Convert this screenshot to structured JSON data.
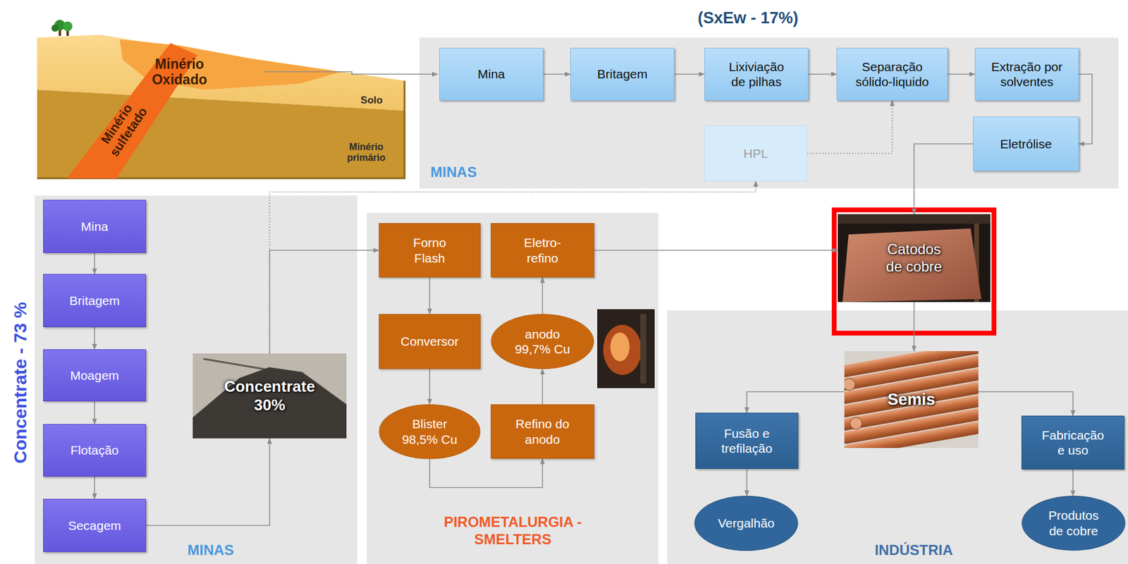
{
  "diagram": {
    "nodes": [
      {
        "text": [
          "(SxEw - 17%)",
          "MINAS"
        ]
      },
      {
        "text": [
          "Mina"
        ],
        "in": 0
      },
      {
        "text": [
          "Britagem"
        ],
        "in": 0
      },
      {
        "text": [
          "Lixiviação de pilhas"
        ],
        "in": 0
      },
      {
        "text": [
          "Separação sólido-liquido"
        ],
        "in": 0
      },
      {
        "text": [
          "Extração por solventes"
        ],
        "in": 0
      },
      {
        "text": [
          "HPL"
        ],
        "in": 0
      },
      {
        "text": [
          "Eletrólise"
        ],
        "in": 0
      },
      {
        "text": [
          "Concentrate - 73 %",
          "MINAS"
        ]
      },
      {
        "text": [
          "Mina"
        ],
        "in": 8
      },
      {
        "text": [
          "Britagem"
        ],
        "in": 8
      },
      {
        "text": [
          "Moagem"
        ],
        "in": 8
      },
      {
        "text": [
          "Flotação"
        ],
        "in": 8
      },
      {
        "text": [
          "Secagem"
        ],
        "in": 8
      },
      {
        "text": [
          "Concentrate 30%"
        ],
        "in": 8
      },
      {
        "text": [
          "PIROMETALURGIA - SMELTERS"
        ]
      },
      {
        "text": [
          "Forno Flash"
        ],
        "in": 15
      },
      {
        "text": [
          "Eletro- refino"
        ],
        "in": 15
      },
      {
        "text": [
          "Conversor"
        ],
        "in": 15
      },
      {
        "text": [
          "anodo 99,7% Cu"
        ],
        "in": 15
      },
      {
        "text": [
          "Blister 98,5% Cu"
        ],
        "in": 15
      },
      {
        "text": [
          "Refino do anodo"
        ],
        "in": 15
      },
      {
        "text": [
          "Catodos de cobre"
        ]
      },
      {
        "text": [
          "INDÚSTRIA"
        ]
      },
      {
        "text": [
          "Semis"
        ],
        "in": 23
      },
      {
        "text": [
          "Fusão e trefilação"
        ],
        "in": 23
      },
      {
        "text": [
          "Fabricação e uso"
        ],
        "in": 23
      },
      {
        "text": [
          "Vergalhão"
        ],
        "in": 23
      },
      {
        "text": [
          "Produtos de cobre"
        ],
        "in": 23
      }
    ],
    "edges": [
      {
        "from": 1,
        "to": 2,
        "arrow": "to"
      },
      {
        "from": 2,
        "to": 3,
        "arrow": "to"
      },
      {
        "from": 3,
        "to": 4,
        "arrow": "to"
      },
      {
        "from": 4,
        "to": 5,
        "arrow": "to"
      },
      {
        "from": 5,
        "to": 7,
        "arrow": "to"
      },
      {
        "from": 6,
        "to": 4,
        "arrow": "to"
      },
      {
        "from": 7,
        "to": 22,
        "arrow": "to"
      },
      {
        "from": 9,
        "to": 10,
        "arrow": "to"
      },
      {
        "from": 10,
        "to": 11,
        "arrow": "to"
      },
      {
        "from": 11,
        "to": 12,
        "arrow": "to"
      },
      {
        "from": 12,
        "to": 13,
        "arrow": "to"
      },
      {
        "from": 13,
        "to": 14,
        "arrow": "to"
      },
      {
        "from": 14,
        "to": 16,
        "arrow": "to"
      },
      {
        "from": 14,
        "to": 6,
        "arrow": "to"
      },
      {
        "from": 16,
        "to": 18,
        "arrow": "to"
      },
      {
        "from": 18,
        "to": 20,
        "arrow": "to"
      },
      {
        "from": 20,
        "to": 21,
        "arrow": "to"
      },
      {
        "from": 21,
        "to": 19,
        "arrow": "to"
      },
      {
        "from": 19,
        "to": 17,
        "arrow": "to"
      },
      {
        "from": 17,
        "to": 22,
        "arrow": "to"
      },
      {
        "from": 22,
        "to": 24,
        "arrow": "to"
      },
      {
        "from": 24,
        "to": 25,
        "arrow": "to"
      },
      {
        "from": 24,
        "to": 26,
        "arrow": "to"
      },
      {
        "from": 25,
        "to": 27,
        "arrow": "to"
      },
      {
        "from": 26,
        "to": 28,
        "arrow": "to"
      }
    ],
    "labels": [
      "Minério Oxidado",
      "Minério sulfetado",
      "Solo",
      "Minério primário"
    ]
  }
}
